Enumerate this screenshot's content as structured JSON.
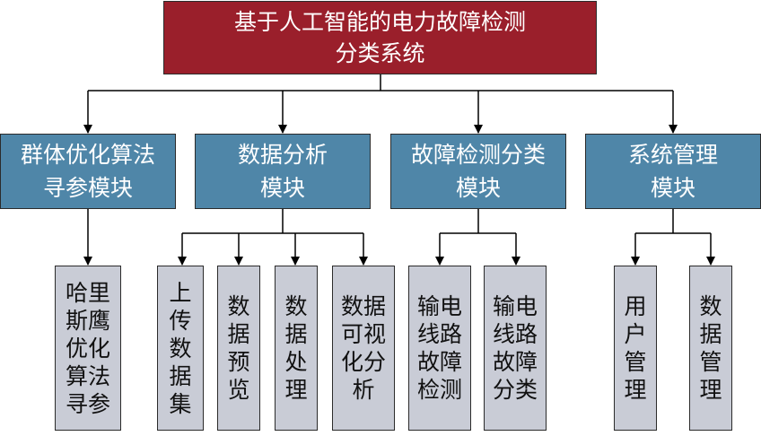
{
  "root": {
    "label": "基于人工智能的电力故障检测\n分类系统",
    "color": "#9a1f2b"
  },
  "modules": [
    {
      "label": "群体优化算法\n寻参模块",
      "children": [
        "哈里\n斯鹰\n优化\n算法\n寻参"
      ]
    },
    {
      "label": "数据分析\n模块",
      "children": [
        "上\n传\n数\n据\n集",
        "数\n据\n预\n览",
        "数\n据\n处\n理",
        "数据\n可视\n化分\n析"
      ]
    },
    {
      "label": "故障检测分类\n模块",
      "children": [
        "输电\n线路\n故障\n检测",
        "输电\n线路\n故障\n分类"
      ]
    },
    {
      "label": "系统管理\n模块",
      "children": [
        "用\n户\n管\n理",
        "数\n据\n管\n理"
      ]
    }
  ],
  "colors": {
    "module": "#4f86a8",
    "leaf": "#c9ccd6",
    "line": "#000000"
  }
}
